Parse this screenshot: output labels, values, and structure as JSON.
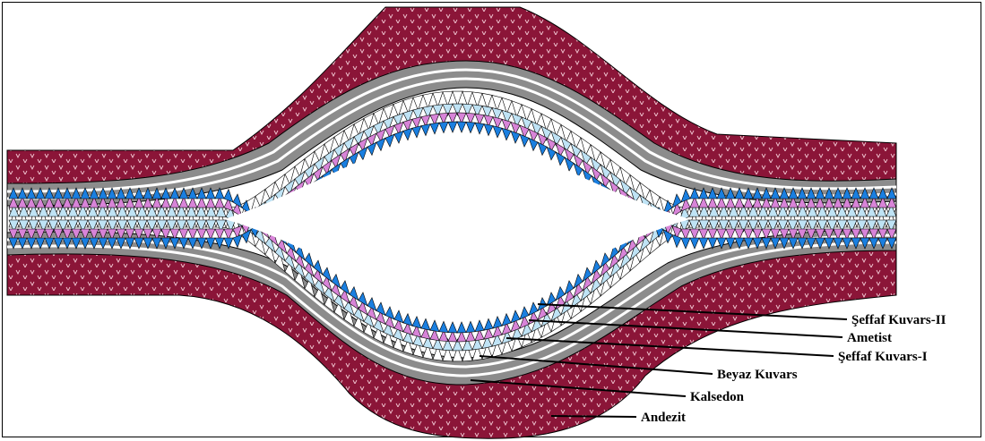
{
  "diagram": {
    "layers": [
      {
        "name": "Şeffaf Kuvars-II",
        "color": "#1a7fe0"
      },
      {
        "name": "Ametist",
        "color": "#d884d8"
      },
      {
        "name": "Şeffaf Kuvars-I",
        "color": "#bfe3f5"
      },
      {
        "name": "Beyaz Kuvars",
        "color": "#ffffff"
      },
      {
        "name": "Kalsedon",
        "color": "#8c8c8c"
      },
      {
        "name": "Andezit",
        "color": "#8b1538"
      }
    ]
  }
}
